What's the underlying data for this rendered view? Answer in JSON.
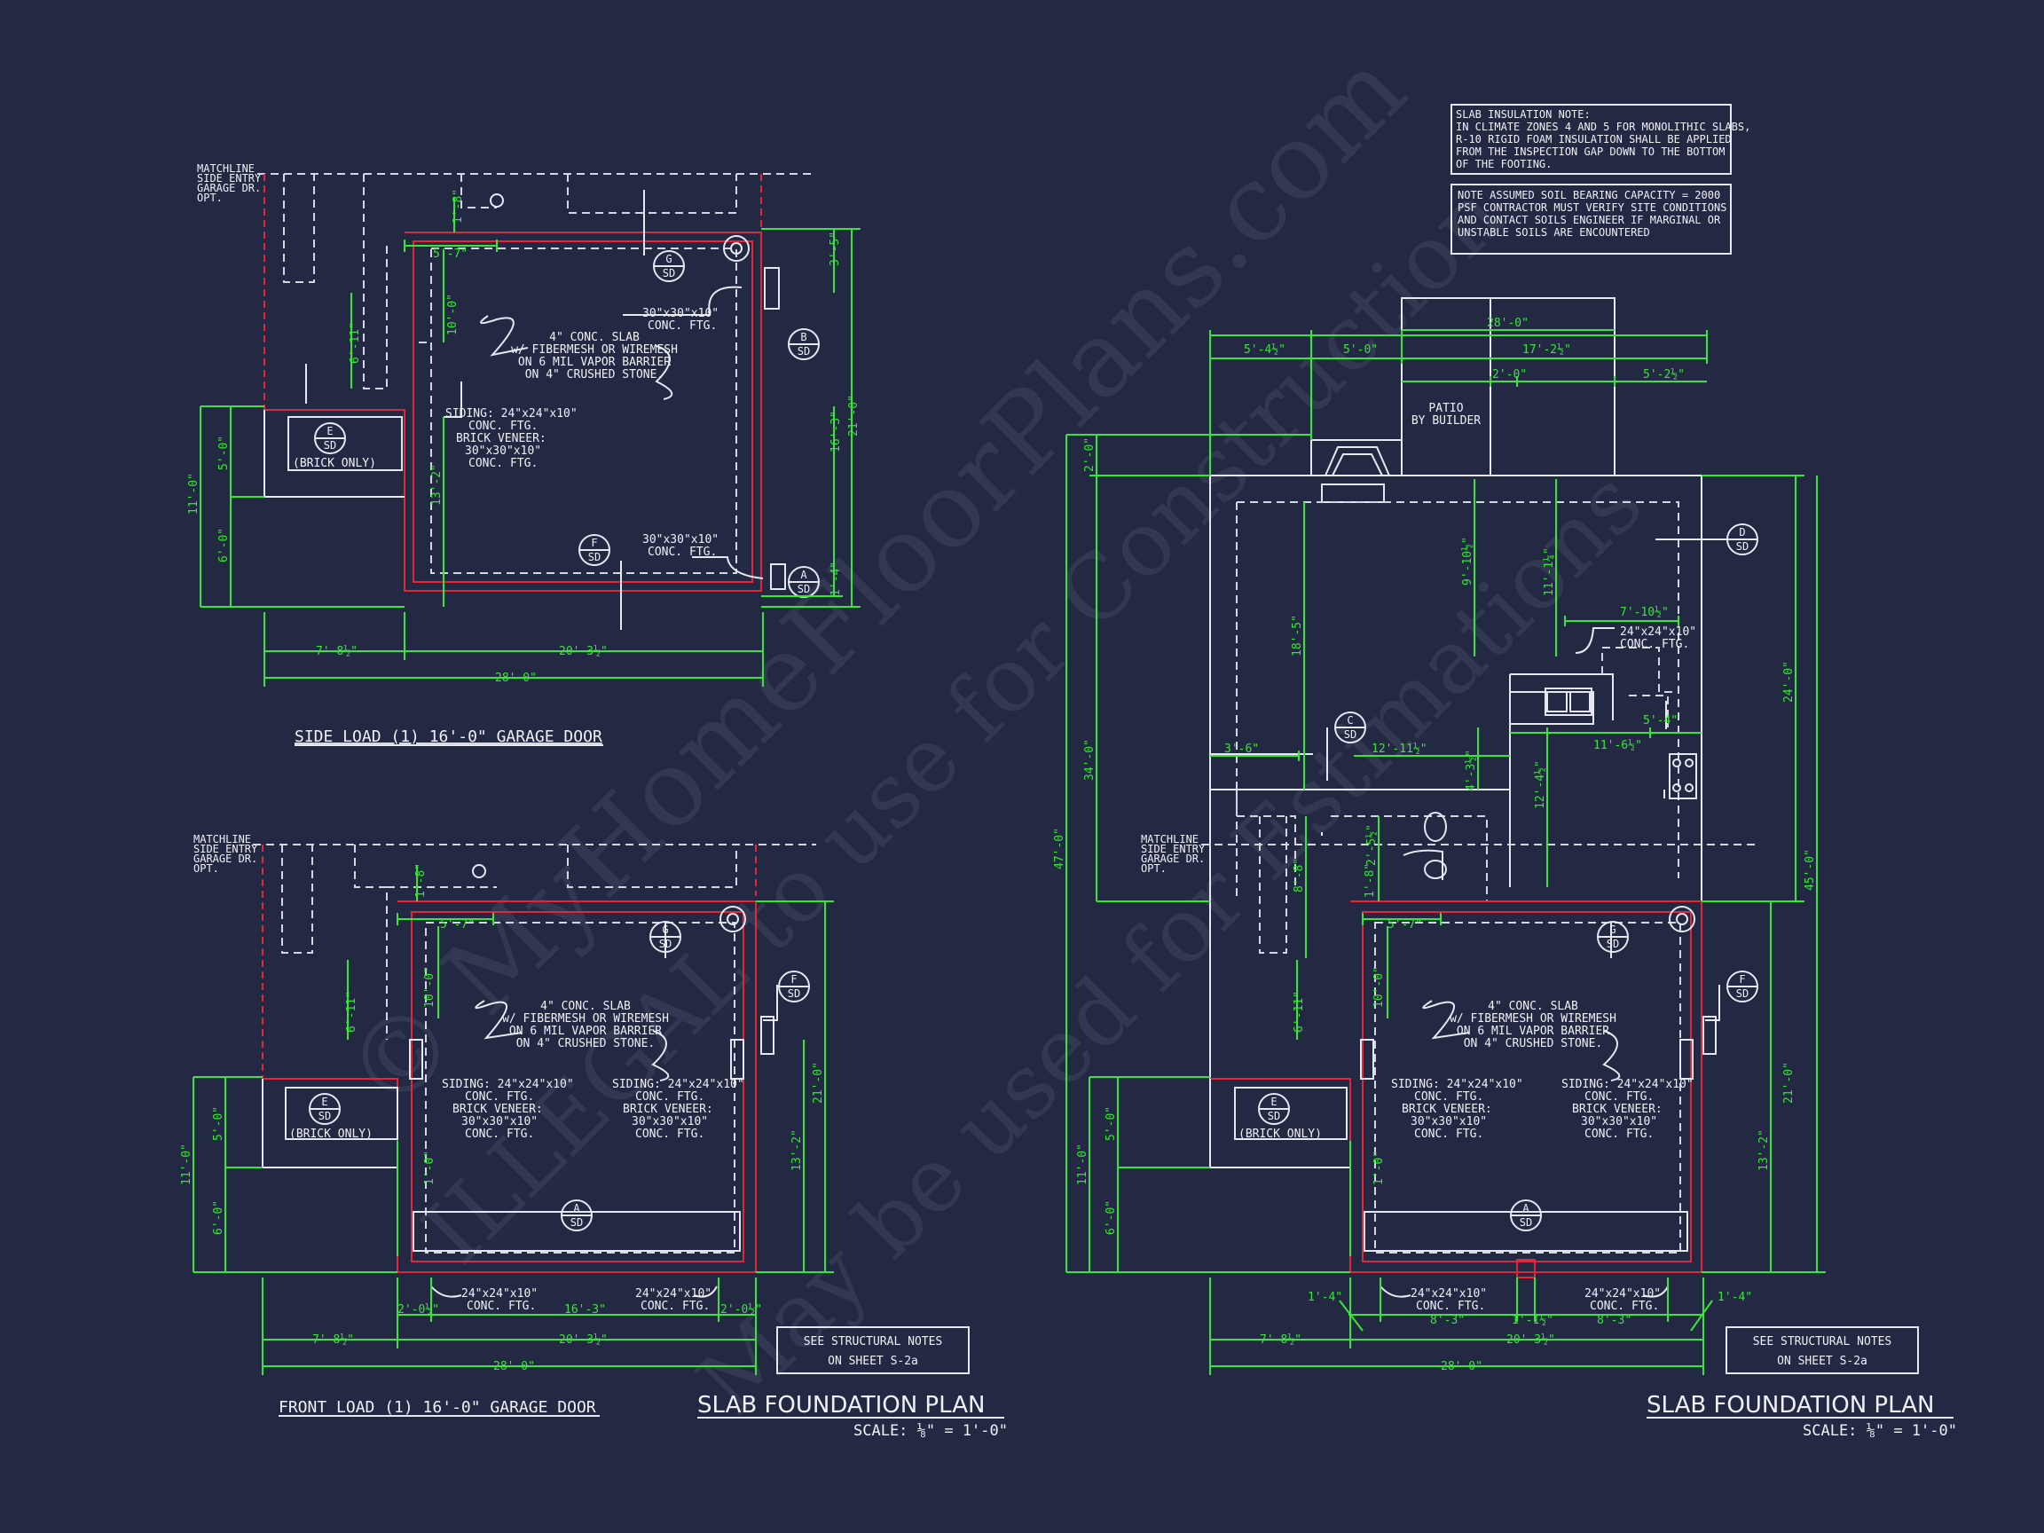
{
  "plans": [
    {
      "title": "SIDE LOAD (1) 16'-0\" GARAGE DOOR",
      "matchline": [
        "MATCHLINE",
        "SIDE ENTRY",
        "GARAGE DR.",
        "OPT."
      ],
      "slab_note": [
        "4\" CONC. SLAB",
        "w/ FIBERMESH OR WIREMESH",
        "ON 6 MIL VAPOR BARRIER",
        "ON 4\" CRUSHED STONE."
      ],
      "ftg_note_1": [
        "30\"x30\"x10\"",
        "CONC. FTG."
      ],
      "ftg_note_2": [
        "30\"x30\"x10\"",
        "CONC. FTG."
      ],
      "siding_note": [
        "SIDING: 24\"x24\"x10\"",
        "CONC. FTG.",
        "BRICK VENEER:",
        "30\"x30\"x10\"",
        "CONC. FTG."
      ],
      "brick_only": "(BRICK ONLY)",
      "markers": [
        {
          "id": "G",
          "sub": "SD"
        },
        {
          "id": "B",
          "sub": "SD"
        },
        {
          "id": "E",
          "sub": "SD"
        },
        {
          "id": "F",
          "sub": "SD"
        },
        {
          "id": "A",
          "sub": "SD"
        }
      ],
      "dims": [
        "5'-7\"",
        "3'-5\"",
        "10'-0\"",
        "6'-11\"",
        "5'-0\"",
        "11'-0\"",
        "6'-0\"",
        "13'-2\"",
        "21'-0\"",
        "16'-3\"",
        "1'-4\"",
        "7'-8½\"",
        "20'-3½\"",
        "28'-0\"",
        "1'-8\""
      ]
    },
    {
      "title": "FRONT LOAD (1) 16'-0\" GARAGE DOOR",
      "matchline": [
        "MATCHLINE",
        "SIDE ENTRY",
        "GARAGE DR.",
        "OPT."
      ],
      "slab_note": [
        "4\" CONC. SLAB",
        "w/ FIBERMESH OR WIREMESH",
        "ON 6 MIL VAPOR BARRIER",
        "ON 4\" CRUSHED STONE."
      ],
      "siding_note_l": [
        "SIDING: 24\"x24\"x10\"",
        "CONC. FTG.",
        "BRICK VENEER:",
        "30\"x30\"x10\"",
        "CONC. FTG."
      ],
      "siding_note_r": [
        "SIDING: 24\"x24\"x10\"",
        "CONC. FTG.",
        "BRICK VENEER:",
        "30\"x30\"x10\"",
        "CONC. FTG."
      ],
      "ftg_l": [
        "24\"x24\"x10\"",
        "CONC. FTG."
      ],
      "ftg_r": [
        "24\"x24\"x10\"",
        "CONC. FTG."
      ],
      "brick_only": "(BRICK ONLY)",
      "markers": [
        {
          "id": "G",
          "sub": "SD"
        },
        {
          "id": "F",
          "sub": "SD"
        },
        {
          "id": "E",
          "sub": "SD"
        },
        {
          "id": "A",
          "sub": "SD"
        }
      ],
      "dims": [
        "5'-7\"",
        "10'-0\"",
        "6'-11\"",
        "5'-0\"",
        "11'-0\"",
        "6'-0\"",
        "13'-2\"",
        "21'-0\"",
        "2'-0½\"",
        "16'-3\"",
        "2'-0½\"",
        "7'-8½\"",
        "20'-3½\"",
        "28'-0\"",
        "1'-8\"",
        "1'-0\""
      ],
      "see_notes": [
        "SEE STRUCTURAL NOTES",
        "ON SHEET S-2a"
      ],
      "plan_title": "SLAB FOUNDATION PLAN",
      "scale": "SCALE: ⅛\" = 1'-0\""
    },
    {
      "matchline": [
        "MATCHLINE",
        "SIDE ENTRY",
        "GARAGE DR.",
        "OPT."
      ],
      "patio": [
        "PATIO",
        "BY BUILDER"
      ],
      "slab_note": [
        "4\" CONC. SLAB",
        "w/ FIBERMESH OR WIREMESH",
        "ON 6 MIL VAPOR BARRIER",
        "ON 4\" CRUSHED STONE."
      ],
      "ftg_kitchen": [
        "24\"x24\"x10\"",
        "CONC. FTG."
      ],
      "siding_note_l": [
        "SIDING: 24\"x24\"x10\"",
        "CONC. FTG.",
        "BRICK VENEER:",
        "30\"x30\"x10\"",
        "CONC. FTG."
      ],
      "siding_note_r": [
        "SIDING: 24\"x24\"x10\"",
        "CONC. FTG.",
        "BRICK VENEER:",
        "30\"x30\"x10\"",
        "CONC. FTG."
      ],
      "ftg_l": [
        "24\"x24\"x10\"",
        "CONC. FTG."
      ],
      "ftg_r": [
        "24\"x24\"x10\"",
        "CONC. FTG."
      ],
      "brick_only": "(BRICK ONLY)",
      "markers": [
        {
          "id": "D",
          "sub": "SD"
        },
        {
          "id": "C",
          "sub": "SD"
        },
        {
          "id": "G",
          "sub": "SD"
        },
        {
          "id": "F",
          "sub": "SD"
        },
        {
          "id": "E",
          "sub": "SD"
        },
        {
          "id": "A",
          "sub": "SD"
        }
      ],
      "dims": [
        "28'-0\"",
        "5'-4½\"",
        "5'-0\"",
        "17'-2½\"",
        "2'-0\"",
        "5'-2½\"",
        "2'-0\"",
        "9'-10½\"",
        "11'-1¼\"",
        "7'-10½\"",
        "18'-5\"",
        "3'-6\"",
        "12'-11½\"",
        "4'-3½\"",
        "11'-6½\"",
        "5'-4\"",
        "12'-4½\"",
        "8'-8\"",
        "2'-5½\"",
        "5'-7\"",
        "10'-0\"",
        "6'-11\"",
        "34'-0\"",
        "47'-0\"",
        "5'-0\"",
        "11'-0\"",
        "6'-0\"",
        "24'-0\"",
        "45'-0\"",
        "21'-0\"",
        "13'-2\"",
        "1'-4\"",
        "8'-3\"",
        "1'-1½\"",
        "8'-3\"",
        "1'-4\"",
        "7'-8½\"",
        "20'-3½\"",
        "28'-0\"",
        "1'-0\"",
        "1'-8\""
      ],
      "see_notes": [
        "SEE STRUCTURAL NOTES",
        "ON SHEET S-2a"
      ],
      "plan_title": "SLAB FOUNDATION PLAN",
      "scale": "SCALE: ⅛\" = 1'-0\""
    }
  ],
  "slab_insulation_note": [
    "SLAB INSULATION NOTE:",
    "IN CLIMATE ZONES 4 AND 5 FOR MONOLITHIC SLABS,",
    "R-10 RIGID FOAM INSULATION SHALL BE APPLIED",
    "FROM THE INSPECTION GAP DOWN TO THE BOTTOM",
    "OF THE FOOTING."
  ],
  "soil_note": [
    "NOTE ASSUMED SOIL BEARING CAPACITY = 2000",
    "PSF CONTRACTOR MUST VERIFY SITE CONDITIONS",
    "AND CONTACT SOILS ENGINEER IF MARGINAL OR",
    "UNSTABLE SOILS ARE ENCOUNTERED"
  ],
  "watermark": [
    "© MyHomeFloorPlans.com",
    "ILLEGAL to use for Construction",
    "May be used for Estimations"
  ],
  "colors": {
    "background": "#232843",
    "lines": "#e6e8f0",
    "dimensions": "#35e835",
    "footing": "#e0283a"
  }
}
